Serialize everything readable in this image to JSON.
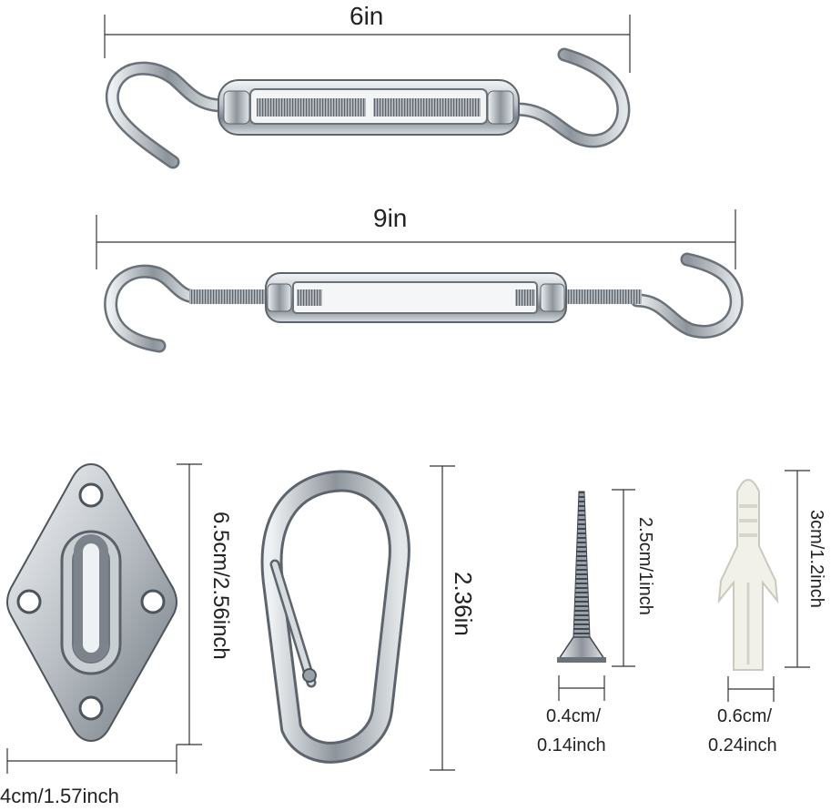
{
  "dimensions": {
    "turnbuckle_small": "6in",
    "turnbuckle_large": "9in",
    "pad_eye_height": "6.5cm/2.56inch",
    "pad_eye_width": "4cm/1.57inch",
    "carabiner_height": "2.36in",
    "screw_height": "2.5cm/1inch",
    "screw_width_line1": "0.4cm/",
    "screw_width_line2": "0.14inch",
    "anchor_height": "3cm/1.2inch",
    "anchor_width_line1": "0.6cm/",
    "anchor_width_line2": "0.24inch"
  },
  "colors": {
    "steel_light": "#e9ecef",
    "steel_mid": "#a9afb5",
    "steel_dark": "#5d646b",
    "anchor_plastic": "#f1f1ea",
    "dim_line": "#333333"
  }
}
